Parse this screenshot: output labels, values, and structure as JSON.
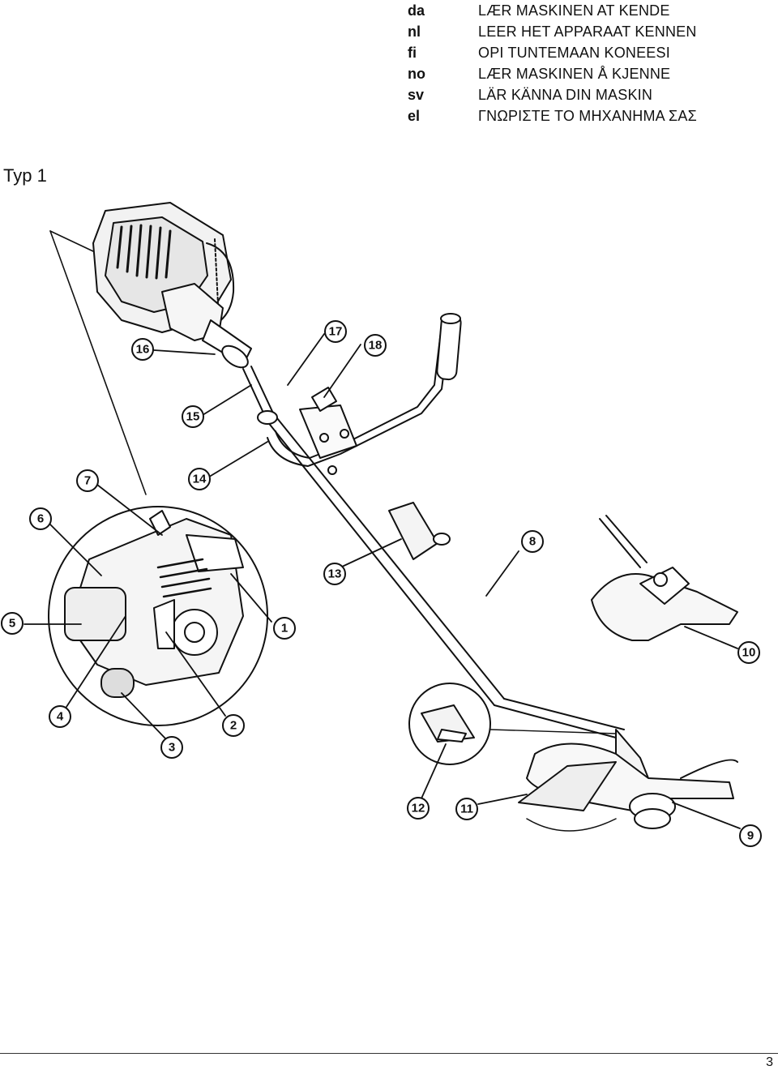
{
  "header": {
    "languages": [
      {
        "code": "da",
        "title": "LÆR MASKINEN AT KENDE"
      },
      {
        "code": "nl",
        "title": "LEER HET APPARAAT KENNEN"
      },
      {
        "code": "fi",
        "title": "OPI TUNTEMAAN KONEESI"
      },
      {
        "code": "no",
        "title": "LÆR MASKINEN Å KJENNE"
      },
      {
        "code": "sv",
        "title": "LÄR KÄNNA DIN MASKIN"
      },
      {
        "code": "el",
        "title": "ΓΝΩΡΙΣΤΕ ΤΟ ΜΗΧΑΝΗΜΑ ΣΑΣ"
      }
    ]
  },
  "figure": {
    "label": "Typ 1",
    "callouts": [
      "1",
      "2",
      "3",
      "4",
      "5",
      "6",
      "7",
      "8",
      "9",
      "10",
      "11",
      "12",
      "13",
      "14",
      "15",
      "16",
      "17",
      "18"
    ]
  },
  "footer": {
    "page_number": "3"
  }
}
